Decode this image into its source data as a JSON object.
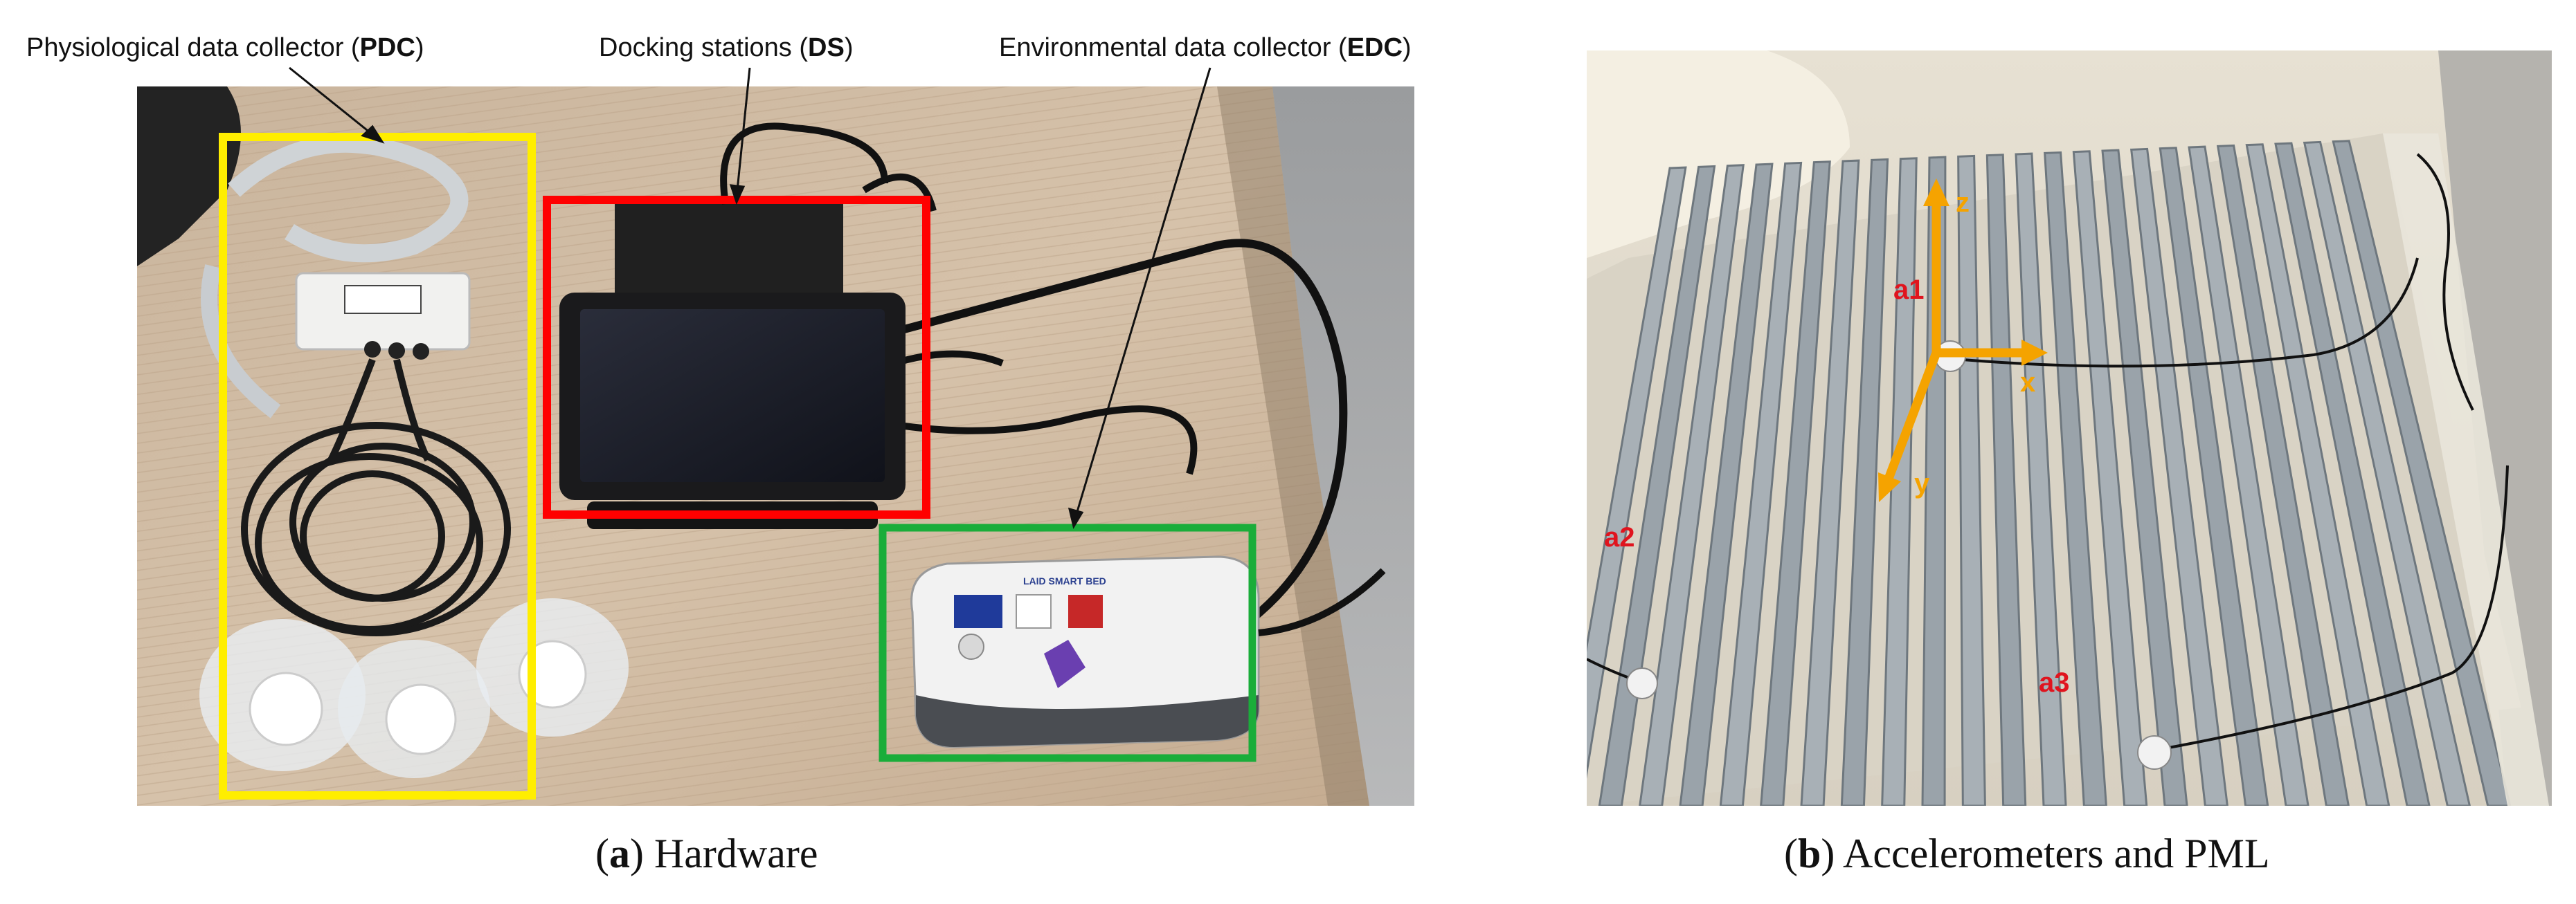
{
  "figure": {
    "panel_a": {
      "label_letter": "a",
      "caption_text": "Hardware",
      "callouts": [
        {
          "prefix": "Physiological data collector (",
          "abbr": "PDC",
          "suffix": ")"
        },
        {
          "prefix": "Docking stations (",
          "abbr": "DS",
          "suffix": ")"
        },
        {
          "prefix": "Environmental data collector (",
          "abbr": "EDC",
          "suffix": ")"
        }
      ],
      "box_colors": {
        "pdc": "#ffee00",
        "ds": "#ff0000",
        "edc": "#1aad3a"
      },
      "device_label": "LAID SMART BED"
    },
    "panel_b": {
      "label_letter": "b",
      "caption_text": "Accelerometers and PML",
      "axis_labels": {
        "z": "z",
        "x": "x",
        "y": "y"
      },
      "sensor_labels": [
        "a1",
        "a2",
        "a3"
      ],
      "axis_color": "#f5a300",
      "label_color": "#e0141e"
    }
  }
}
